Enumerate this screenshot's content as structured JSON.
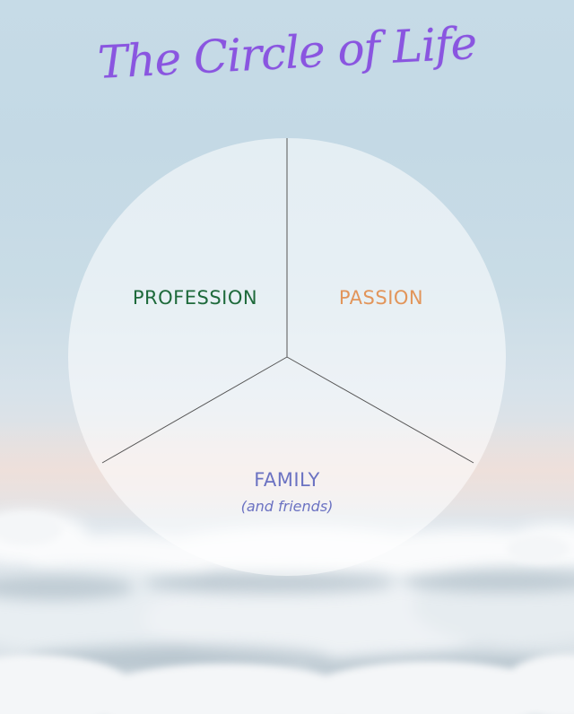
{
  "title": "The Circle of Life",
  "segments": [
    {
      "id": "profession",
      "label": "PROFESSION",
      "color": "#1e6a3b"
    },
    {
      "id": "passion",
      "label": "PASSION",
      "color": "#e2955a"
    },
    {
      "id": "family",
      "label": "FAMILY",
      "sublabel": "(and friends)",
      "color": "#6b72c2"
    }
  ],
  "colors": {
    "title": "#8a55e0",
    "circle_fill": "rgba(255,255,255,0.55)",
    "divider": "#555555"
  },
  "background": {
    "description_icon": "sky-clouds"
  }
}
